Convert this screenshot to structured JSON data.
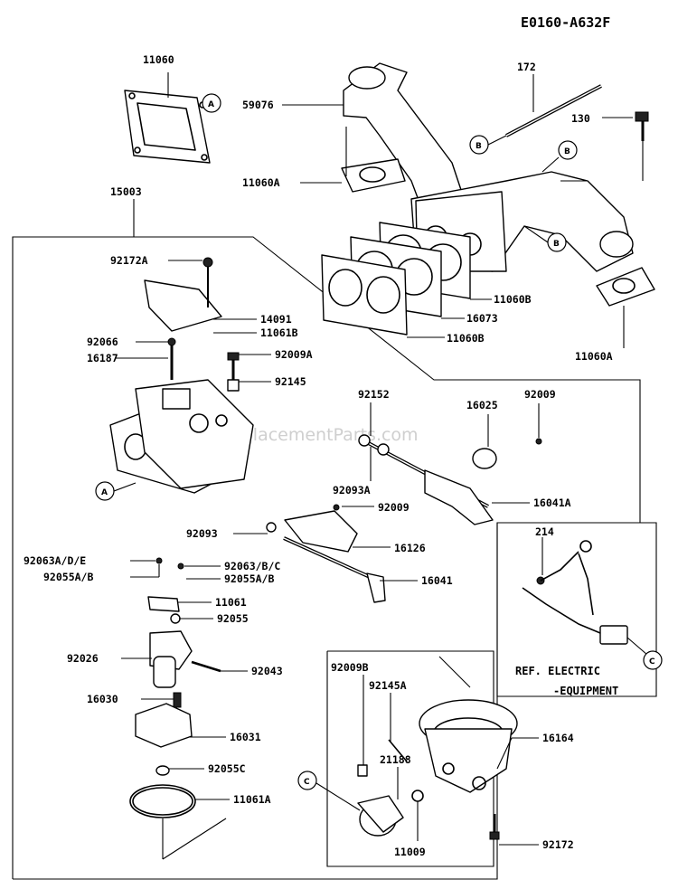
{
  "diagram_code": "E0160-A632F",
  "watermark": "eReplacementParts.com",
  "ref_note": [
    "REF. ELECTRIC",
    "-EQUIPMENT"
  ],
  "callouts": [
    "A",
    "B",
    "C"
  ],
  "part_labels": {
    "p11060": "11060",
    "p172": "172",
    "p59076": "59076",
    "p130": "130",
    "p11060A_top": "11060A",
    "p15003": "15003",
    "p92172A": "92172A",
    "p11060B_a": "11060B",
    "p16073": "16073",
    "p11060B_b": "11060B",
    "p14091": "14091",
    "p11061B": "11061B",
    "p11060A_right": "11060A",
    "p92066": "92066",
    "p92009A": "92009A",
    "p16187": "16187",
    "p92145": "92145",
    "p92152": "92152",
    "p16025": "16025",
    "p92009_a": "92009",
    "p92093A": "92093A",
    "p16041A": "16041A",
    "p92093": "92093",
    "p92009_b": "92009",
    "p214": "214",
    "p16126": "16126",
    "p92063ADE": "92063A/D/E",
    "p92063BC": "92063/B/C",
    "p92055AB_l": "92055A/B",
    "p92055AB_r": "92055A/B",
    "p16041": "16041",
    "p11061": "11061",
    "p92055": "92055",
    "p92026": "92026",
    "p92043": "92043",
    "p92009B": "92009B",
    "p16030": "16030",
    "p92145A": "92145A",
    "p16031": "16031",
    "p16164": "16164",
    "p92055C": "92055C",
    "p21188": "21188",
    "p11061A": "11061A",
    "p11009": "11009",
    "p92172": "92172"
  }
}
